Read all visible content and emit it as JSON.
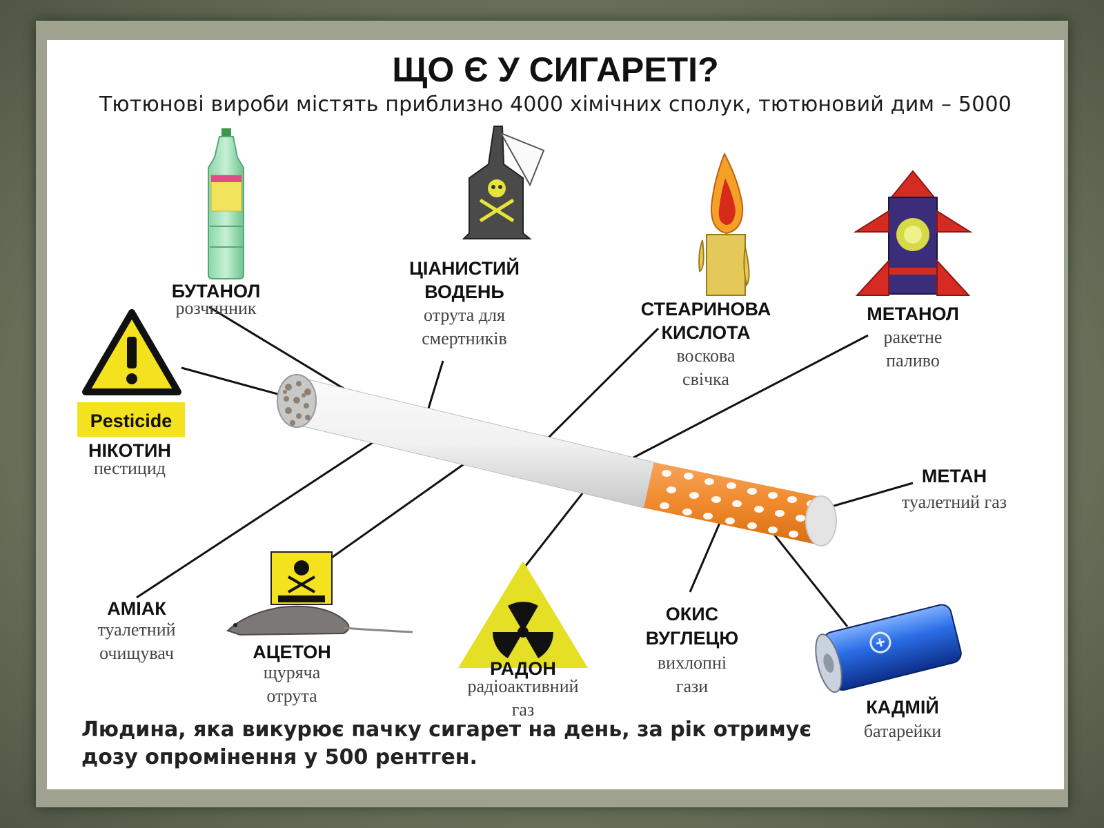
{
  "title": "ЩО Є У СИГАРЕТІ?",
  "subtitle": "Тютюнові вироби містять приблизно 4000 хімічних сполук, тютюновий дим – 5000",
  "pesticide_sign": "Pesticide",
  "substances": {
    "butanol": {
      "name": "БУТАНОЛ",
      "use": "розчинник",
      "icon": "bottle-icon"
    },
    "cyanide": {
      "name_1": "ЦІАНИСТИЙ",
      "name_2": "ВОДЕНЬ",
      "use_1": "отрута для",
      "use_2": "смертників",
      "icon": "poison-bottle-icon"
    },
    "stearic": {
      "name_1": "СТЕАРИНОВА",
      "name_2": "КИСЛОТА",
      "use_1": "воскова",
      "use_2": "свічка",
      "icon": "candle-icon"
    },
    "methanol": {
      "name": "МЕТАНОЛ",
      "use_1": "ракетне",
      "use_2": "паливо",
      "icon": "rocket-icon"
    },
    "nicotine": {
      "name": "НІКОТИН",
      "use": "пестицид",
      "icon": "warning-icon"
    },
    "methane": {
      "name": "МЕТАН",
      "use": "туалетний газ"
    },
    "ammonia": {
      "name": "АМІАК",
      "use_1": "туалетний",
      "use_2": "очищувач"
    },
    "acetone": {
      "name": "АЦЕТОН",
      "use_1": "щуряча",
      "use_2": "отрута",
      "icon": "rat-poison-icon"
    },
    "radon": {
      "name": "РАДОН",
      "use_1": "радіоактивний",
      "use_2": "газ",
      "icon": "radiation-icon"
    },
    "carbon_monoxide": {
      "name_1": "ОКИС",
      "name_2": "ВУГЛЕЦЮ",
      "use_1": "вихлопні",
      "use_2": "гази"
    },
    "cadmium": {
      "name": "КАДМІЙ",
      "use": "батарейки",
      "icon": "battery-icon"
    }
  },
  "footer_1": "Людина, яка викурює пачку сигарет на день, за рік отримує",
  "footer_2": "дозу опромінення у 500 рентген."
}
